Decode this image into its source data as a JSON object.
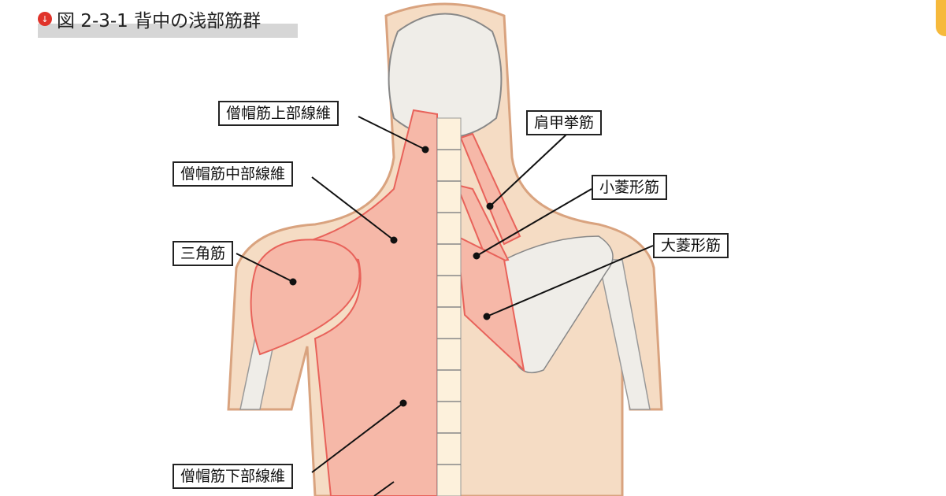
{
  "figure_title": "図 2-3-1 背中の浅部筋群",
  "labels": {
    "upper_trapezius": "僧帽筋上部線維",
    "middle_trapezius": "僧帽筋中部線維",
    "deltoid": "三角筋",
    "lower_trapezius": "僧帽筋下部線維",
    "levator_scapulae": "肩甲挙筋",
    "rhomboid_minor": "小菱形筋",
    "rhomboid_major": "大菱形筋"
  },
  "colors": {
    "skin": "#f5dcc4",
    "outline": "#d9a37f",
    "bone": "#efede8",
    "muscle": "#f6b8a8",
    "fiber": "#e8625a",
    "accent": "#e0332a"
  }
}
